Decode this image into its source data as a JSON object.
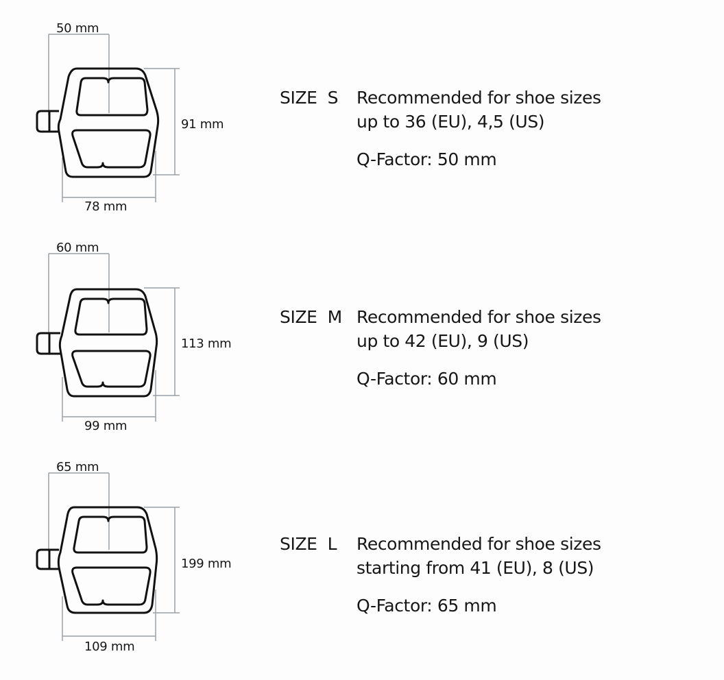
{
  "sizes": [
    {
      "id": "s",
      "label": "SIZE  S",
      "recommend_line1": "Recommended for shoe sizes",
      "recommend_line2": "up to 36 (EU), 4,5 (US)",
      "qfactor": "Q-Factor: 50 mm",
      "dim_q": "50 mm",
      "dim_length": "91 mm",
      "dim_width": "78 mm"
    },
    {
      "id": "m",
      "label": "SIZE  M",
      "recommend_line1": "Recommended for shoe sizes",
      "recommend_line2": "up to 42 (EU), 9 (US)",
      "qfactor": "Q-Factor: 60 mm",
      "dim_q": "60 mm",
      "dim_length": "113 mm",
      "dim_width": "99 mm"
    },
    {
      "id": "l",
      "label": "SIZE  L",
      "recommend_line1": "Recommended for shoe sizes",
      "recommend_line2": "starting from 41 (EU), 8 (US)",
      "qfactor": "Q-Factor: 65 mm",
      "dim_q": "65 mm",
      "dim_length": "199 mm",
      "dim_width": "109 mm"
    }
  ],
  "colors": {
    "outline": "#111111",
    "dimension_line": "#9aa0a6",
    "text": "#161616",
    "background": "#fdfdfd"
  }
}
